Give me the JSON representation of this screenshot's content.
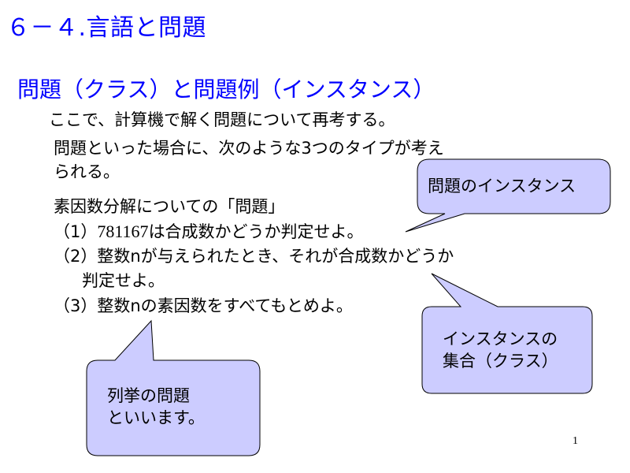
{
  "slide": {
    "title": "６－４.言語と問題",
    "subtitle": "問題（クラス）と問題例（インスタンス）",
    "intro": "ここで、計算機で解く問題について再考する。",
    "para_line1": "問題といった場合に、次のような3つのタイプが考え",
    "para_line2": "られる。",
    "example_heading": "素因数分解についての「問題」",
    "item1_prefix": "（1）",
    "item1_number": "781167",
    "item1_suffix": "は合成数かどうか判定せよ。",
    "item2_line1": "（2）整数nが与えられたとき、それが合成数かどうか",
    "item2_line2": "判定せよ。",
    "item3": "（3）整数nの素因数をすべてもとめよ。",
    "page_number": "1"
  },
  "callouts": {
    "instance": {
      "line1": "問題のインスタンス"
    },
    "class": {
      "line1": "インスタンスの",
      "line2": "集合（クラス）"
    },
    "enumeration": {
      "line1": "列挙の問題",
      "line2": "といいます。"
    }
  },
  "colors": {
    "title": "#0000ff",
    "callout_fill": "#ccccff",
    "callout_stroke": "#000000"
  }
}
